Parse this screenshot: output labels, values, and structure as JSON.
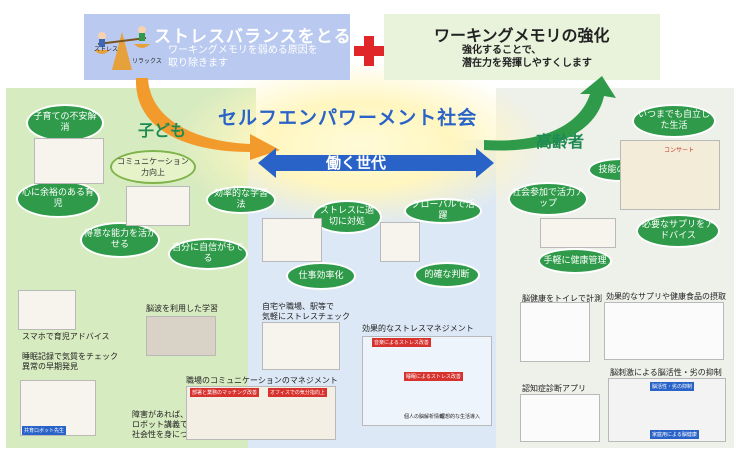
{
  "top": {
    "box1_title": "ストレスバランスをとる",
    "box1_sub1": "ワーキングメモリを弱める原因を",
    "box1_sub2": "取り除きます",
    "scale_left": "ストレス",
    "scale_right": "リラックス",
    "box2_title": "ワーキングメモリの強化",
    "box2_sub1": "強化することで、",
    "box2_sub2": "潜在力を発揮しやすくします"
  },
  "main_title": "セルフエンパワーメント社会",
  "children": {
    "title": "子ども",
    "bubbles": [
      "子育ての不安解消",
      "コミュニケーション力向上",
      "心に余裕のある育児",
      "得意な能力を活かせる",
      "自分に自信がもてる"
    ],
    "captions": [
      "スマホで育児アドバイス",
      "睡眠記録で気質をチェック",
      "異常の早期発見",
      "脳波を利用した学習",
      "障害があれば、",
      "ロボット講義で",
      "社会性を身につける"
    ],
    "robot_banner": "共育ロボット先生"
  },
  "workers": {
    "title": "働く世代",
    "bubbles": [
      "効率的な学習法",
      "ストレスに適切に対処",
      "グローバルで活躍",
      "仕事効率化",
      "的確な判断"
    ],
    "captions": [
      "自宅や職場、駅等で",
      "気軽にストレスチェック",
      "効果的なストレスマネジメント",
      "職場のコミュニケーションのマネジメント"
    ],
    "banners": [
      "音楽によるストレス改善",
      "睡眠によるストレス改善",
      "部署と業務のマッチング改善",
      "オフィスでの気分指向上"
    ],
    "small_captions": [
      "個人の脳解析情報",
      "理想的な生活導入"
    ]
  },
  "elderly": {
    "title": "高齢者",
    "bubbles": [
      "いつまでも自立した生活",
      "技能の活用",
      "社会参加で活力アップ",
      "必要なサプリをアドバイス",
      "手軽に健康管理"
    ],
    "captions": [
      "脳健康をトイレで計測",
      "効果的なサプリや健康食品の摂取",
      "脳刺激による脳活性・劣の抑制",
      "認知症診断アプリ"
    ],
    "banners": [
      "脳活性・劣の抑制",
      "家庭用による脳健康"
    ],
    "concert_sign": "コンサート"
  },
  "colors": {
    "accent_blue": "#2a63c8",
    "accent_green": "#2f9b4a",
    "arrow_orange": "#f39a2c",
    "plus_red": "#e1262a"
  }
}
